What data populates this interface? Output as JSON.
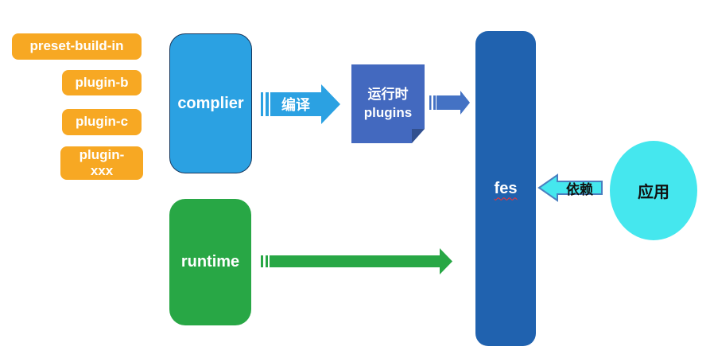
{
  "palette": {
    "chip_orange": "#F7A823",
    "complier_blue": "#2BA1E2",
    "complier_border": "#16365C",
    "plugins_blue": "#4369BF",
    "plugins_fold": "#32508F",
    "fes_dark_blue": "#2062AF",
    "runtime_green": "#28A745",
    "app_cyan": "#45E7EE",
    "depends_arrow_border": "#4A7FC0",
    "small_arrow_blue": "#4472C4",
    "fes_underline_red": "#FF2F2F",
    "background": "#FFFFFF"
  },
  "plugins_stack": {
    "items": [
      {
        "label": "preset-build-in"
      },
      {
        "label": "plugin-b"
      },
      {
        "label": "plugin-c"
      },
      {
        "label": "plugin-\nxxx"
      }
    ]
  },
  "nodes": {
    "complier": {
      "label": "complier"
    },
    "runtime_plugins": {
      "label": "运行时\nplugins"
    },
    "fes": {
      "label": "fes"
    },
    "runtime": {
      "label": "runtime"
    },
    "app": {
      "label": "应用"
    }
  },
  "arrows": {
    "compile": {
      "label": "编译",
      "direction": "right"
    },
    "plugins_to_fes": {
      "label": "",
      "direction": "right"
    },
    "runtime_to_fes": {
      "label": "",
      "direction": "right"
    },
    "depends": {
      "label": "依赖",
      "direction": "left"
    }
  }
}
